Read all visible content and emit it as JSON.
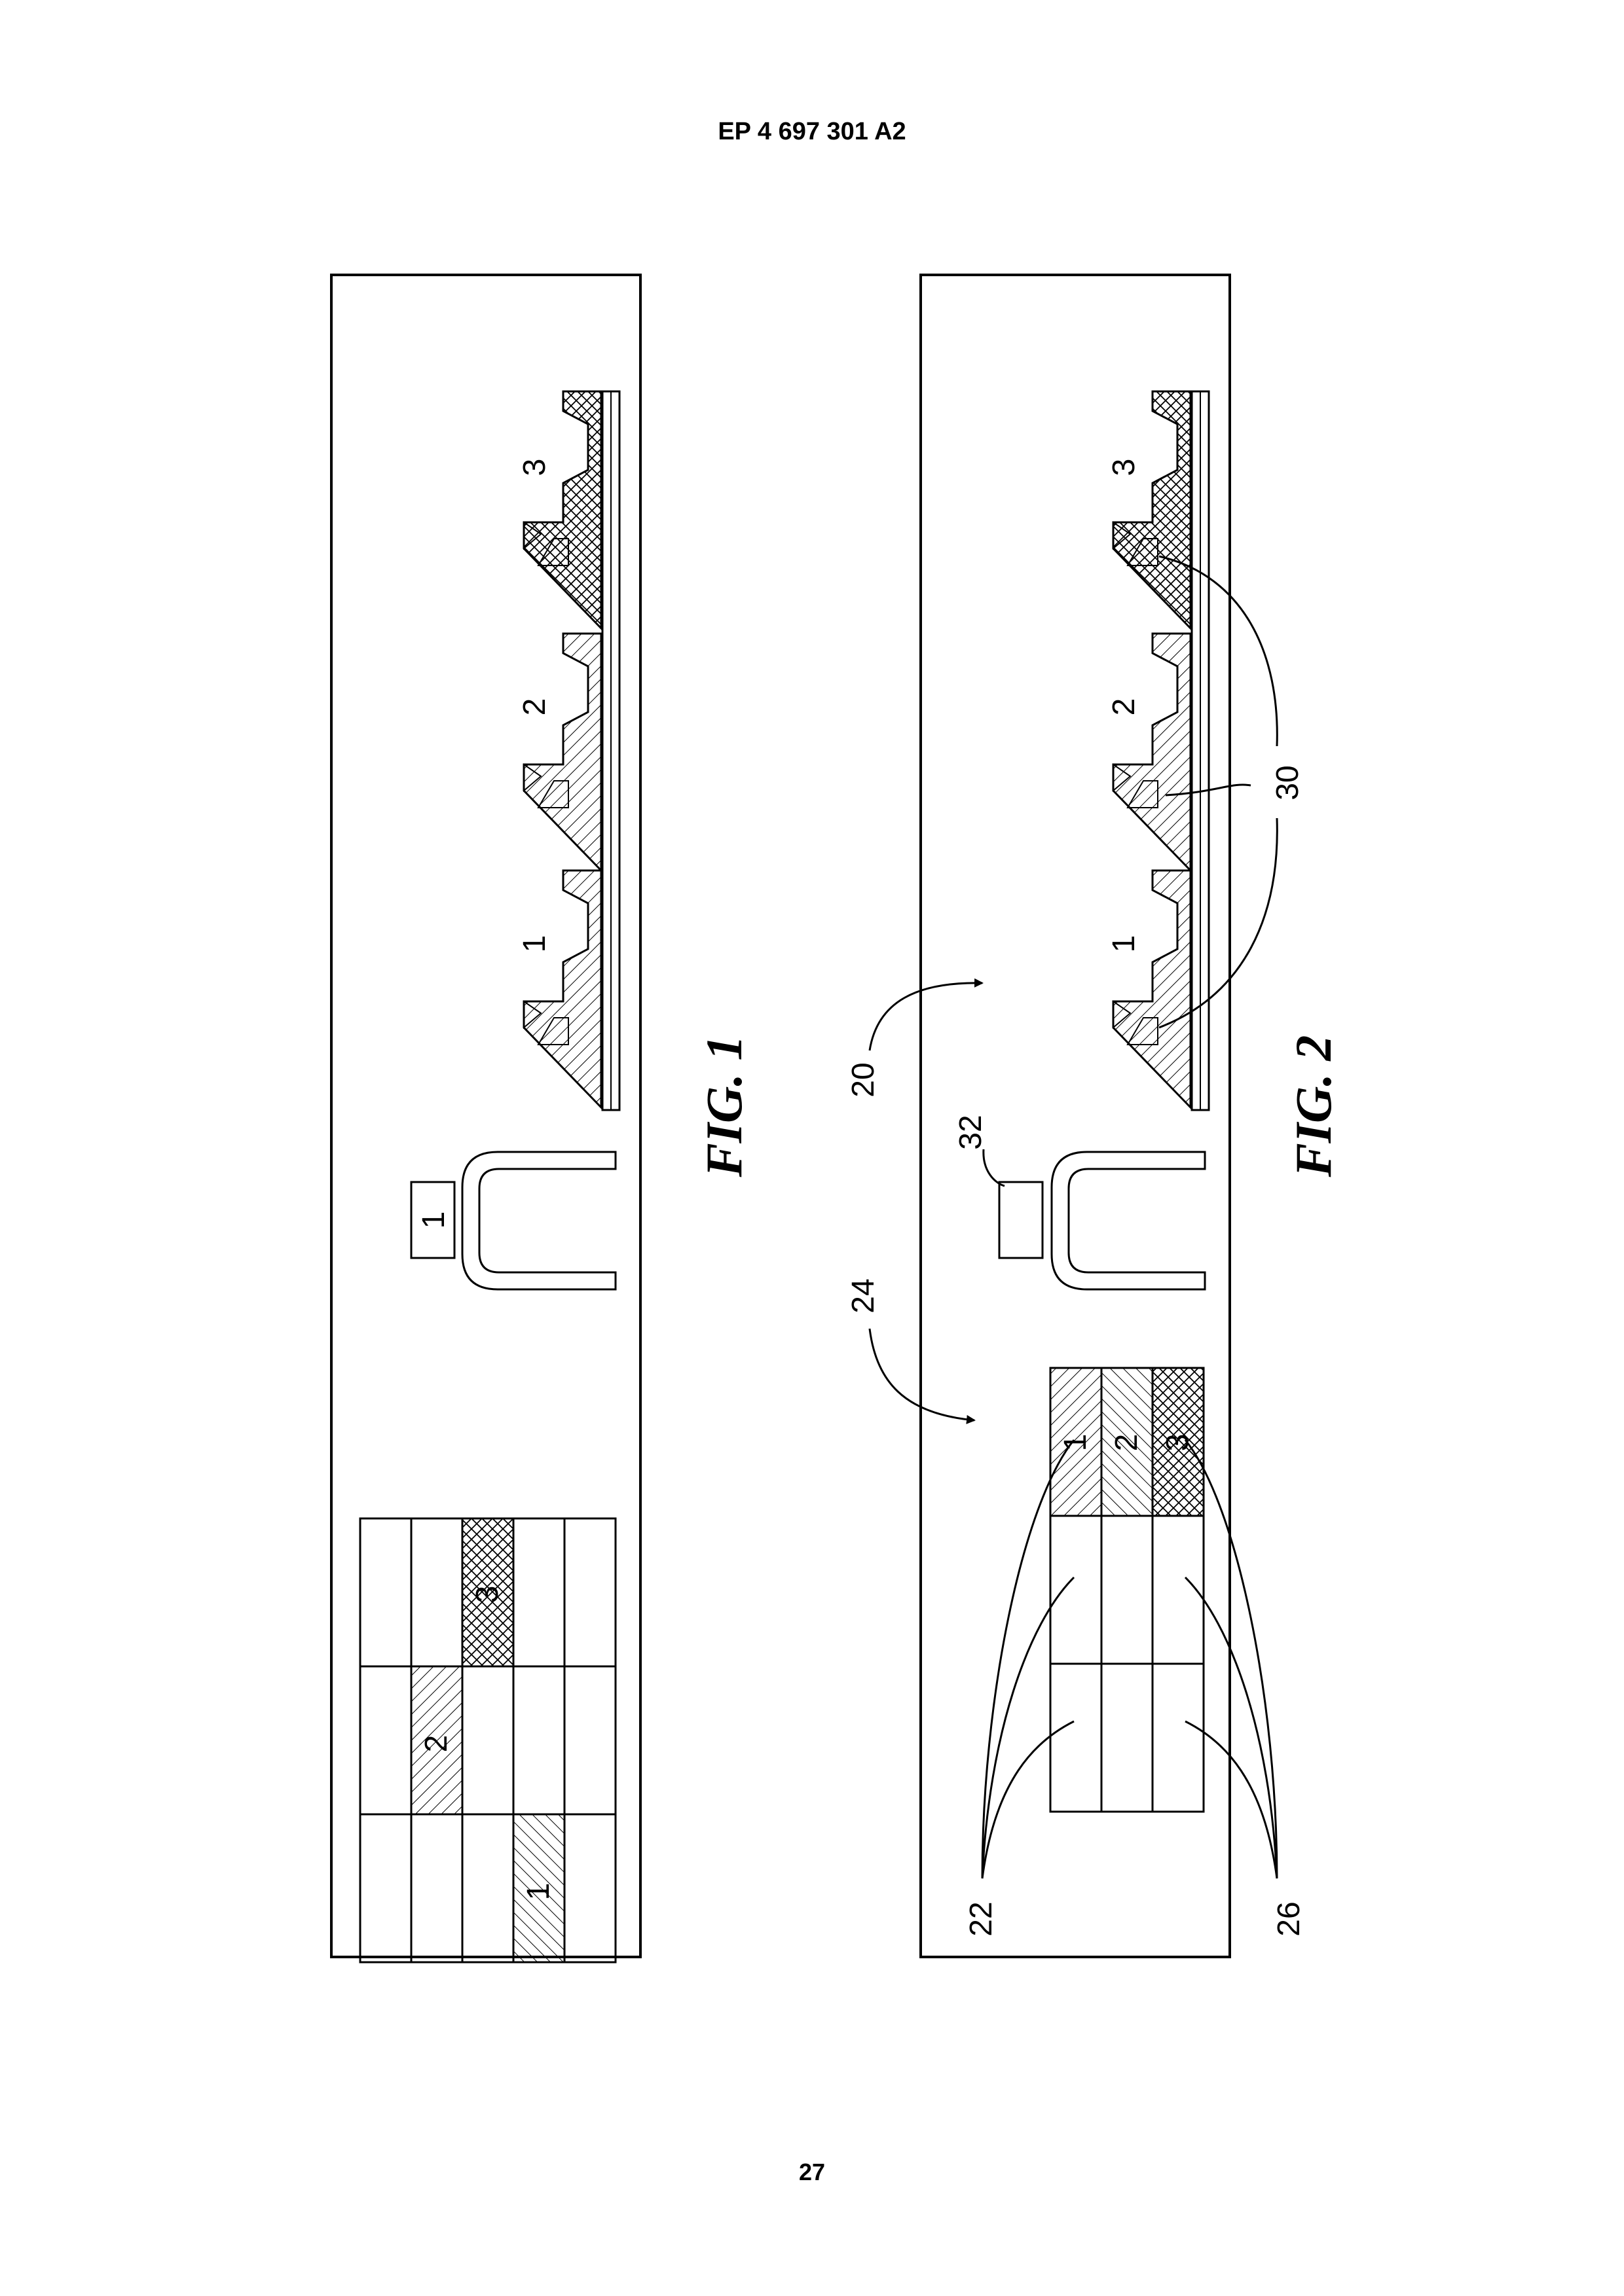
{
  "header": {
    "publication_number": "EP 4 697 301 A2"
  },
  "footer": {
    "page_number": "27"
  },
  "figure_1": {
    "caption": "FIG. 1",
    "slot_labels": [
      "1",
      "2",
      "3"
    ],
    "box_label": "1",
    "grid_labels": [
      "1",
      "2",
      "3"
    ]
  },
  "figure_2": {
    "caption": "FIG. 2",
    "slot_labels": [
      "1",
      "2",
      "3"
    ],
    "grid_labels": [
      "1",
      "2",
      "3"
    ],
    "reference_numerals": {
      "slots": "30",
      "arrow_slots": "20",
      "arrow_grid": "24",
      "box": "32",
      "grid_left": "22",
      "grid_right": "26"
    }
  },
  "colors": {
    "line": "#000000",
    "background": "#ffffff"
  }
}
